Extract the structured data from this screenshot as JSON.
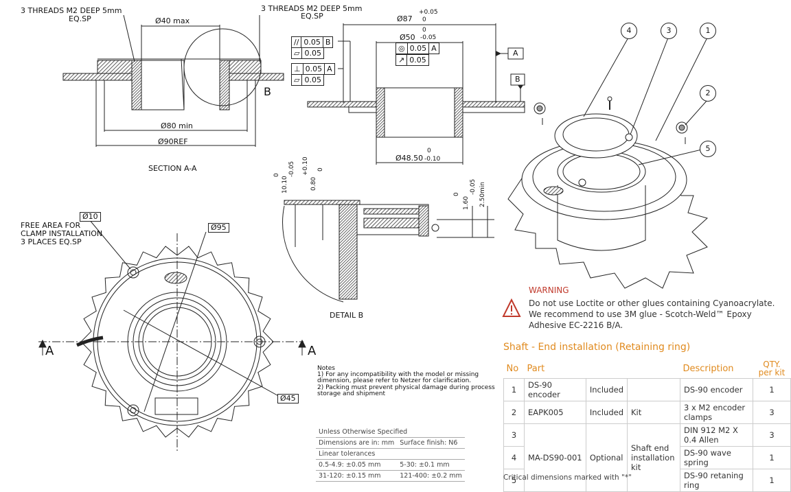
{
  "section_aa": {
    "thread_left": "3 THREADS M2 DEEP 5mm",
    "thread_left_sub": "EQ.SP",
    "thread_right": "3 THREADS M2 DEEP 5mm",
    "thread_right_sub": "EQ.SP",
    "dia40": "Ø40 max",
    "dia80": "Ø80 min",
    "dia90": "Ø90REF",
    "detail_ref": "B",
    "caption": "SECTION   A-A"
  },
  "side_view": {
    "dia87": "Ø87",
    "dia87_tol_up": "+0.05",
    "dia87_tol_lo": "0",
    "dia50": "Ø50",
    "dia50_tol_up": "0",
    "dia50_tol_lo": "-0.05",
    "dia48": "Ø48.50",
    "dia48_tol_up": "0",
    "dia48_tol_lo": "-0.10",
    "datum_a": "A",
    "datum_b": "B",
    "fcf": [
      {
        "sym": "//",
        "tol": "0.05",
        "ref": "B"
      },
      {
        "sym": "▱",
        "tol": "0.05",
        "ref": ""
      },
      {
        "sym": "⊥",
        "tol": "0.05",
        "ref": "A"
      },
      {
        "sym": "▱",
        "tol": "0.05",
        "ref": ""
      },
      {
        "sym": "◎",
        "tol": "0.05",
        "ref": "A"
      },
      {
        "sym": "↗",
        "tol": "0.05",
        "ref": ""
      }
    ]
  },
  "detail_b": {
    "dim1": "10.10",
    "dim1_tol_up": "0",
    "dim1_tol_lo": "-0.05",
    "dim2": "0.80",
    "dim2_tol_up": "+0.10",
    "dim2_tol_lo": "0",
    "dim3": "1.60",
    "dim3_tol_up": "0",
    "dim3_tol_lo": "-0.05",
    "dim4": "2.50min",
    "caption": "DETAIL B"
  },
  "top_view": {
    "dia10": "Ø10",
    "free_area": [
      "FREE AREA FOR",
      "CLAMP INSTALLATION",
      "3 PLACES EQ.SP"
    ],
    "dia95": "Ø95",
    "dia45": "Ø45",
    "section_mark": "A"
  },
  "notes": {
    "title": "Notes",
    "items": [
      "1) For any incompatibility with the model or missing",
      "    dimension, please refer to Netzer for clarification.",
      "2) Packing must prevent physical damage during process",
      "    storage and shipment"
    ]
  },
  "tolerances": {
    "title": "Unless Otherwise Specified",
    "dimensions": "Dimensions are in: mm",
    "finish": "Surface finish: N6",
    "linear": "Linear tolerances",
    "rows": [
      [
        "0.5-4.9:  ±0.05 mm",
        "5-30:  ±0.1 mm"
      ],
      [
        "31-120:  ±0.15 mm",
        "121-400:  ±0.2 mm"
      ]
    ]
  },
  "balloons": [
    "4",
    "3",
    "1",
    "2",
    "5"
  ],
  "warning": {
    "title": "WARNING",
    "line1": "Do not use Loctite or other glues containing Cyanoacrylate.",
    "line2": "We recommend to use 3M glue - Scotch-Weld™ Epoxy",
    "line3": "Adhesive EC-2216 B/A."
  },
  "parts": {
    "title": "Shaft  - End installation  (Retaining ring)",
    "headers": {
      "no": "No",
      "part": "Part",
      "description": "Description",
      "qty1": "QTY.",
      "qty2": "per kit"
    },
    "rows": [
      {
        "no": "1",
        "part": "DS-90 encoder",
        "status": "Included",
        "kit": "",
        "desc": "DS-90 encoder",
        "qty": "1"
      },
      {
        "no": "2",
        "part": "EAPK005",
        "status": "Included",
        "kit": "Kit",
        "desc": "3 x M2 encoder clamps",
        "qty": "3"
      },
      {
        "no": "3",
        "part": "MA-DS90-001",
        "status": "Optional",
        "kit": "Shaft end installation kit",
        "desc": "DIN 912 M2 X 0.4 Allen",
        "qty": "3"
      },
      {
        "no": "4",
        "part": "",
        "status": "",
        "kit": "",
        "desc": "DS-90 wave spring",
        "qty": "1"
      },
      {
        "no": "5",
        "part": "",
        "status": "",
        "kit": "",
        "desc": "DS-90 retaning ring",
        "qty": "1"
      }
    ],
    "footnote": "Critical dimensions marked with \"*\""
  },
  "colors": {
    "accent": "#e08a1e",
    "warning": "#c0392b",
    "hatch": "#333333"
  }
}
